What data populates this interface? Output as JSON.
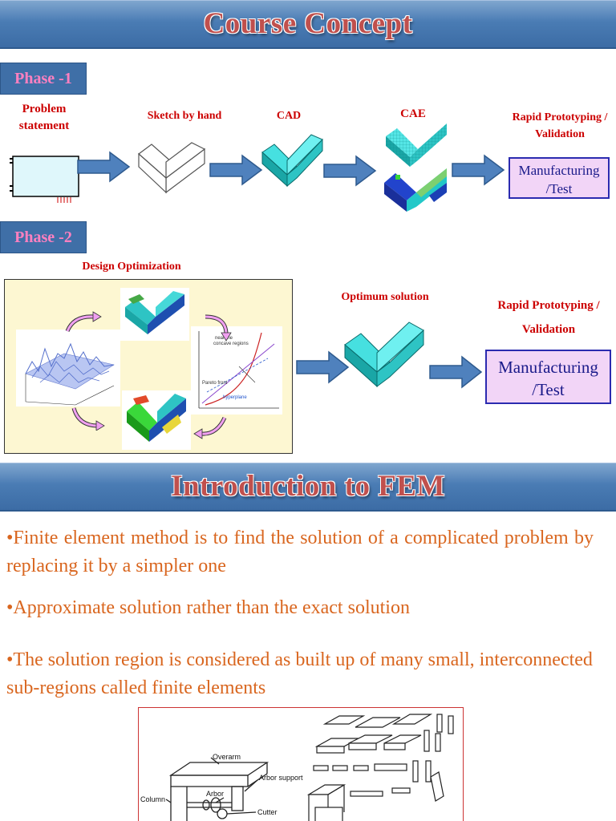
{
  "header1": {
    "title": "Course Concept"
  },
  "phase1": {
    "label": "Phase -1",
    "steps": [
      {
        "label": "Problem statement"
      },
      {
        "label": "Sketch by hand"
      },
      {
        "label": "CAD"
      },
      {
        "label": "CAE"
      },
      {
        "label": "Rapid Prototyping / Validation"
      }
    ],
    "result_box": "Manufacturing /Test"
  },
  "phase2": {
    "label": "Phase -2",
    "design_title": "Design Optimization",
    "optimum_label": "Optimum solution",
    "rp_label": "Rapid Prototyping / Validation",
    "result_box": "Manufacturing /Test",
    "graph_texts": {
      "near_label": "near the",
      "concave_label": "concave regions",
      "pareto_label": "Pareto front",
      "hyperplane_label": "hyperplane"
    }
  },
  "header2": {
    "title": "Introduction to FEM"
  },
  "bullets": [
    "•Finite element method is to find the solution of a complicated problem by replacing it by a simpler one",
    "•Approximate solution rather than the exact solution",
    "•The solution region is considered as built up of many small, interconnected sub-regions called finite elements"
  ],
  "figure": {
    "labels": {
      "overarm": "Overarm",
      "arbor_support": "Arbor support",
      "arbor": "Arbor",
      "column": "Column",
      "cutter": "Cutter"
    }
  },
  "colors": {
    "banner_blue": "#4a7cb4",
    "title_red": "#c0504d",
    "phase_pink": "#ff80c0",
    "label_red": "#cc0000",
    "body_orange": "#d9661f",
    "arrow_blue": "#4f81bd",
    "box_fill": "#f2d5f7",
    "cad_cyan": "#2ec4c4",
    "panel_yellow": "#fdf7d2"
  }
}
